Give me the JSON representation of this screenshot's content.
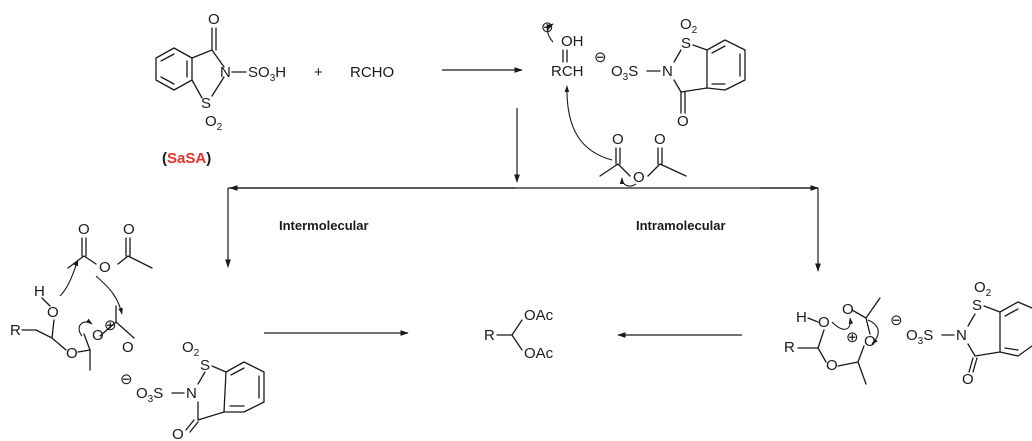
{
  "reagents": {
    "saccharin_carbonyl_o": "O",
    "n_sulfonic": "N",
    "so3h": "SO",
    "so3h_sub": "3",
    "so3h_h": "H",
    "ring_s": "S",
    "ring_o2": "O",
    "ring_o2_sub": "2",
    "plus": "+",
    "aldehyde": "RCHO",
    "catalyst_open": "(",
    "catalyst_name": "SaSA",
    "catalyst_close": ")",
    "catalyst_color": "#e8312a"
  },
  "activated": {
    "plus_sign": "⊕",
    "oh": "OH",
    "rch": "RCH",
    "minus_sign": "⊖",
    "o3s": "O",
    "o3s_sub": "3",
    "o3s_s": "S",
    "n": "N",
    "s": "S",
    "o2": "O",
    "o2_sub": "2",
    "o_carbonyl": "O"
  },
  "anhydride_top": {
    "o1": "O",
    "o2": "O",
    "o_bridge": "O"
  },
  "pathways": {
    "inter": "Intermolecular",
    "intra": "Intramolecular"
  },
  "inter_mech": {
    "anhydride_o1": "O",
    "anhydride_o2": "O",
    "anhydride_obridge": "O",
    "h": "H",
    "o_hemi": "O",
    "plus_sign": "⊕",
    "r": "R",
    "o_ester": "O",
    "o_cation": "O",
    "o_acyl": "O",
    "minus_sign": "⊖",
    "o3s": "O",
    "o3s_sub": "3",
    "o3s_s": "S",
    "n": "N",
    "s": "S",
    "o2": "O",
    "o2_sub": "2",
    "o_carbonyl": "O"
  },
  "product": {
    "r": "R",
    "oac1": "OAc",
    "oac2": "OAc"
  },
  "intra_mech": {
    "h": "H",
    "o_hemi": "O",
    "r": "R",
    "o_carbonyl": "O",
    "plus_sign": "⊕",
    "o_cation": "O",
    "o_ester": "O",
    "minus_sign": "⊖",
    "o3s": "O",
    "o3s_sub": "3",
    "o3s_s": "S",
    "n": "N",
    "s": "S",
    "o2": "O",
    "o2_sub": "2",
    "o_sacch": "O"
  }
}
